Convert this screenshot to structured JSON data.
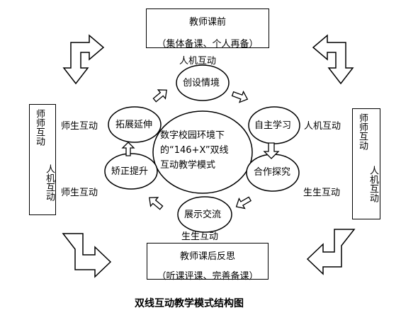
{
  "top_box": {
    "line1": "教师课前",
    "line2": "（集体备课、个人再备）"
  },
  "bottom_box": {
    "line1": "教师课后反思",
    "line2": "（听课评课、完善备课）"
  },
  "left_box": {
    "col1": "师师互动",
    "col2": "人机互动"
  },
  "right_box": {
    "col1": "师师互动",
    "col2": "人机互动"
  },
  "center": {
    "line1": "数字校园环境下",
    "line2": "的“146+X”双线",
    "line3": "互动教学模式"
  },
  "nodes": {
    "chuangshe": "创设情境",
    "zizhu": "自主学习",
    "hezuo": "合作探究",
    "zhanshi": "展示交流",
    "jiaozheng": "矫正提升",
    "tuozhan": "拓展延伸"
  },
  "labels": {
    "top": "人机互动",
    "right_upper": "人机互动",
    "right_lower": "生生互动",
    "bottom": "生生互动",
    "left_upper": "师生互动",
    "left_lower": "师生互动"
  },
  "caption": "双线互动教学模式结构图"
}
